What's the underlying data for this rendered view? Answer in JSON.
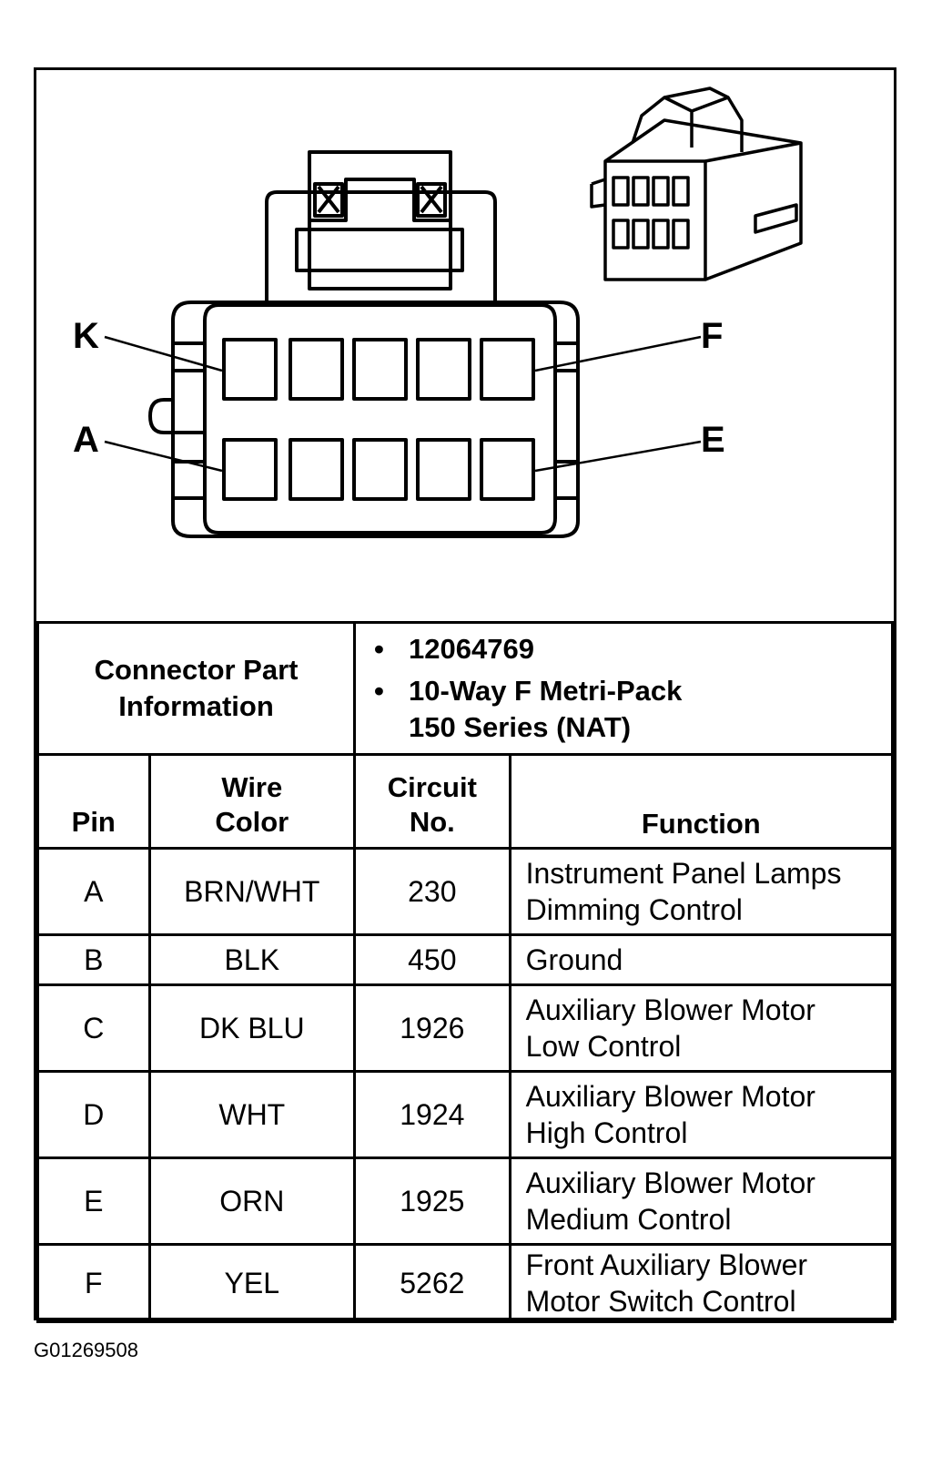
{
  "diagram": {
    "pin_labels": {
      "k": "K",
      "f": "F",
      "a": "A",
      "e": "E"
    },
    "icon": "connector-face-view",
    "thumbnail_icon": "connector-3d-view"
  },
  "part_info": {
    "label_line1": "Connector Part",
    "label_line2": "Information",
    "items": [
      "12064769",
      "10-Way F Metri-Pack",
      "150 Series (NAT)"
    ]
  },
  "table": {
    "headers": {
      "pin": "Pin",
      "wire_color_line1": "Wire",
      "wire_color_line2": "Color",
      "circuit_line1": "Circuit",
      "circuit_line2": "No.",
      "function": "Function"
    },
    "rows": [
      {
        "pin": "A",
        "wire_color": "BRN/WHT",
        "circuit": "230",
        "function_line1": "Instrument Panel Lamps",
        "function_line2": "Dimming Control"
      },
      {
        "pin": "B",
        "wire_color": "BLK",
        "circuit": "450",
        "function_line1": "Ground",
        "function_line2": ""
      },
      {
        "pin": "C",
        "wire_color": "DK BLU",
        "circuit": "1926",
        "function_line1": "Auxiliary Blower Motor",
        "function_line2": "Low Control"
      },
      {
        "pin": "D",
        "wire_color": "WHT",
        "circuit": "1924",
        "function_line1": "Auxiliary Blower Motor",
        "function_line2": "High Control"
      },
      {
        "pin": "E",
        "wire_color": "ORN",
        "circuit": "1925",
        "function_line1": "Auxiliary Blower Motor",
        "function_line2": "Medium Control"
      },
      {
        "pin": "F",
        "wire_color": "YEL",
        "circuit": "5262",
        "function_line1": "Front Auxiliary Blower",
        "function_line2": "Motor Switch Control"
      }
    ]
  },
  "document_id": "G01269508"
}
